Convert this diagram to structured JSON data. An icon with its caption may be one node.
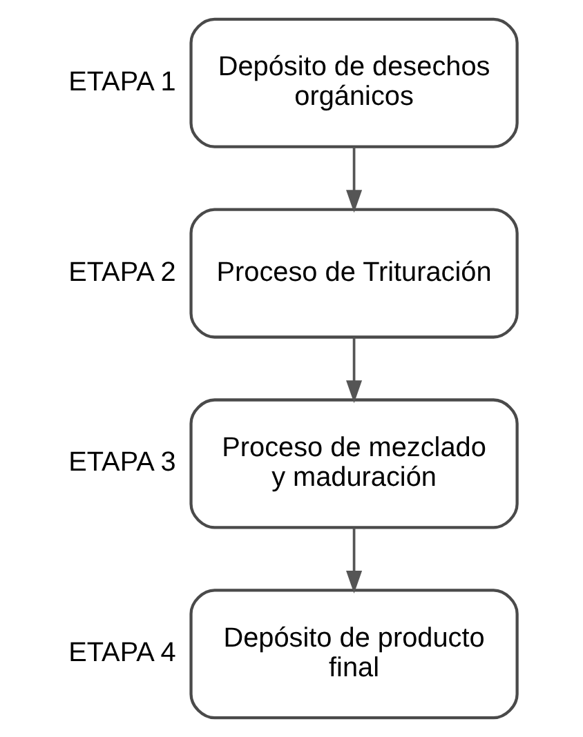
{
  "diagram": {
    "nodes": [
      {
        "text": [
          "Depósito de desechos orgánicos"
        ],
        "beside": [
          "ETAPA 1"
        ]
      },
      {
        "text": [
          "Proceso de Trituración"
        ],
        "beside": [
          "ETAPA 2"
        ]
      },
      {
        "text": [
          "Proceso de mezclado y maduración"
        ],
        "beside": [
          "ETAPA 3"
        ]
      },
      {
        "text": [
          "Depósito de producto final"
        ],
        "beside": [
          "ETAPA 4"
        ]
      }
    ],
    "edges": [
      {
        "from": 0,
        "to": 1,
        "arrow": "to"
      },
      {
        "from": 1,
        "to": 2,
        "arrow": "to"
      },
      {
        "from": 2,
        "to": 3,
        "arrow": "to"
      }
    ]
  }
}
